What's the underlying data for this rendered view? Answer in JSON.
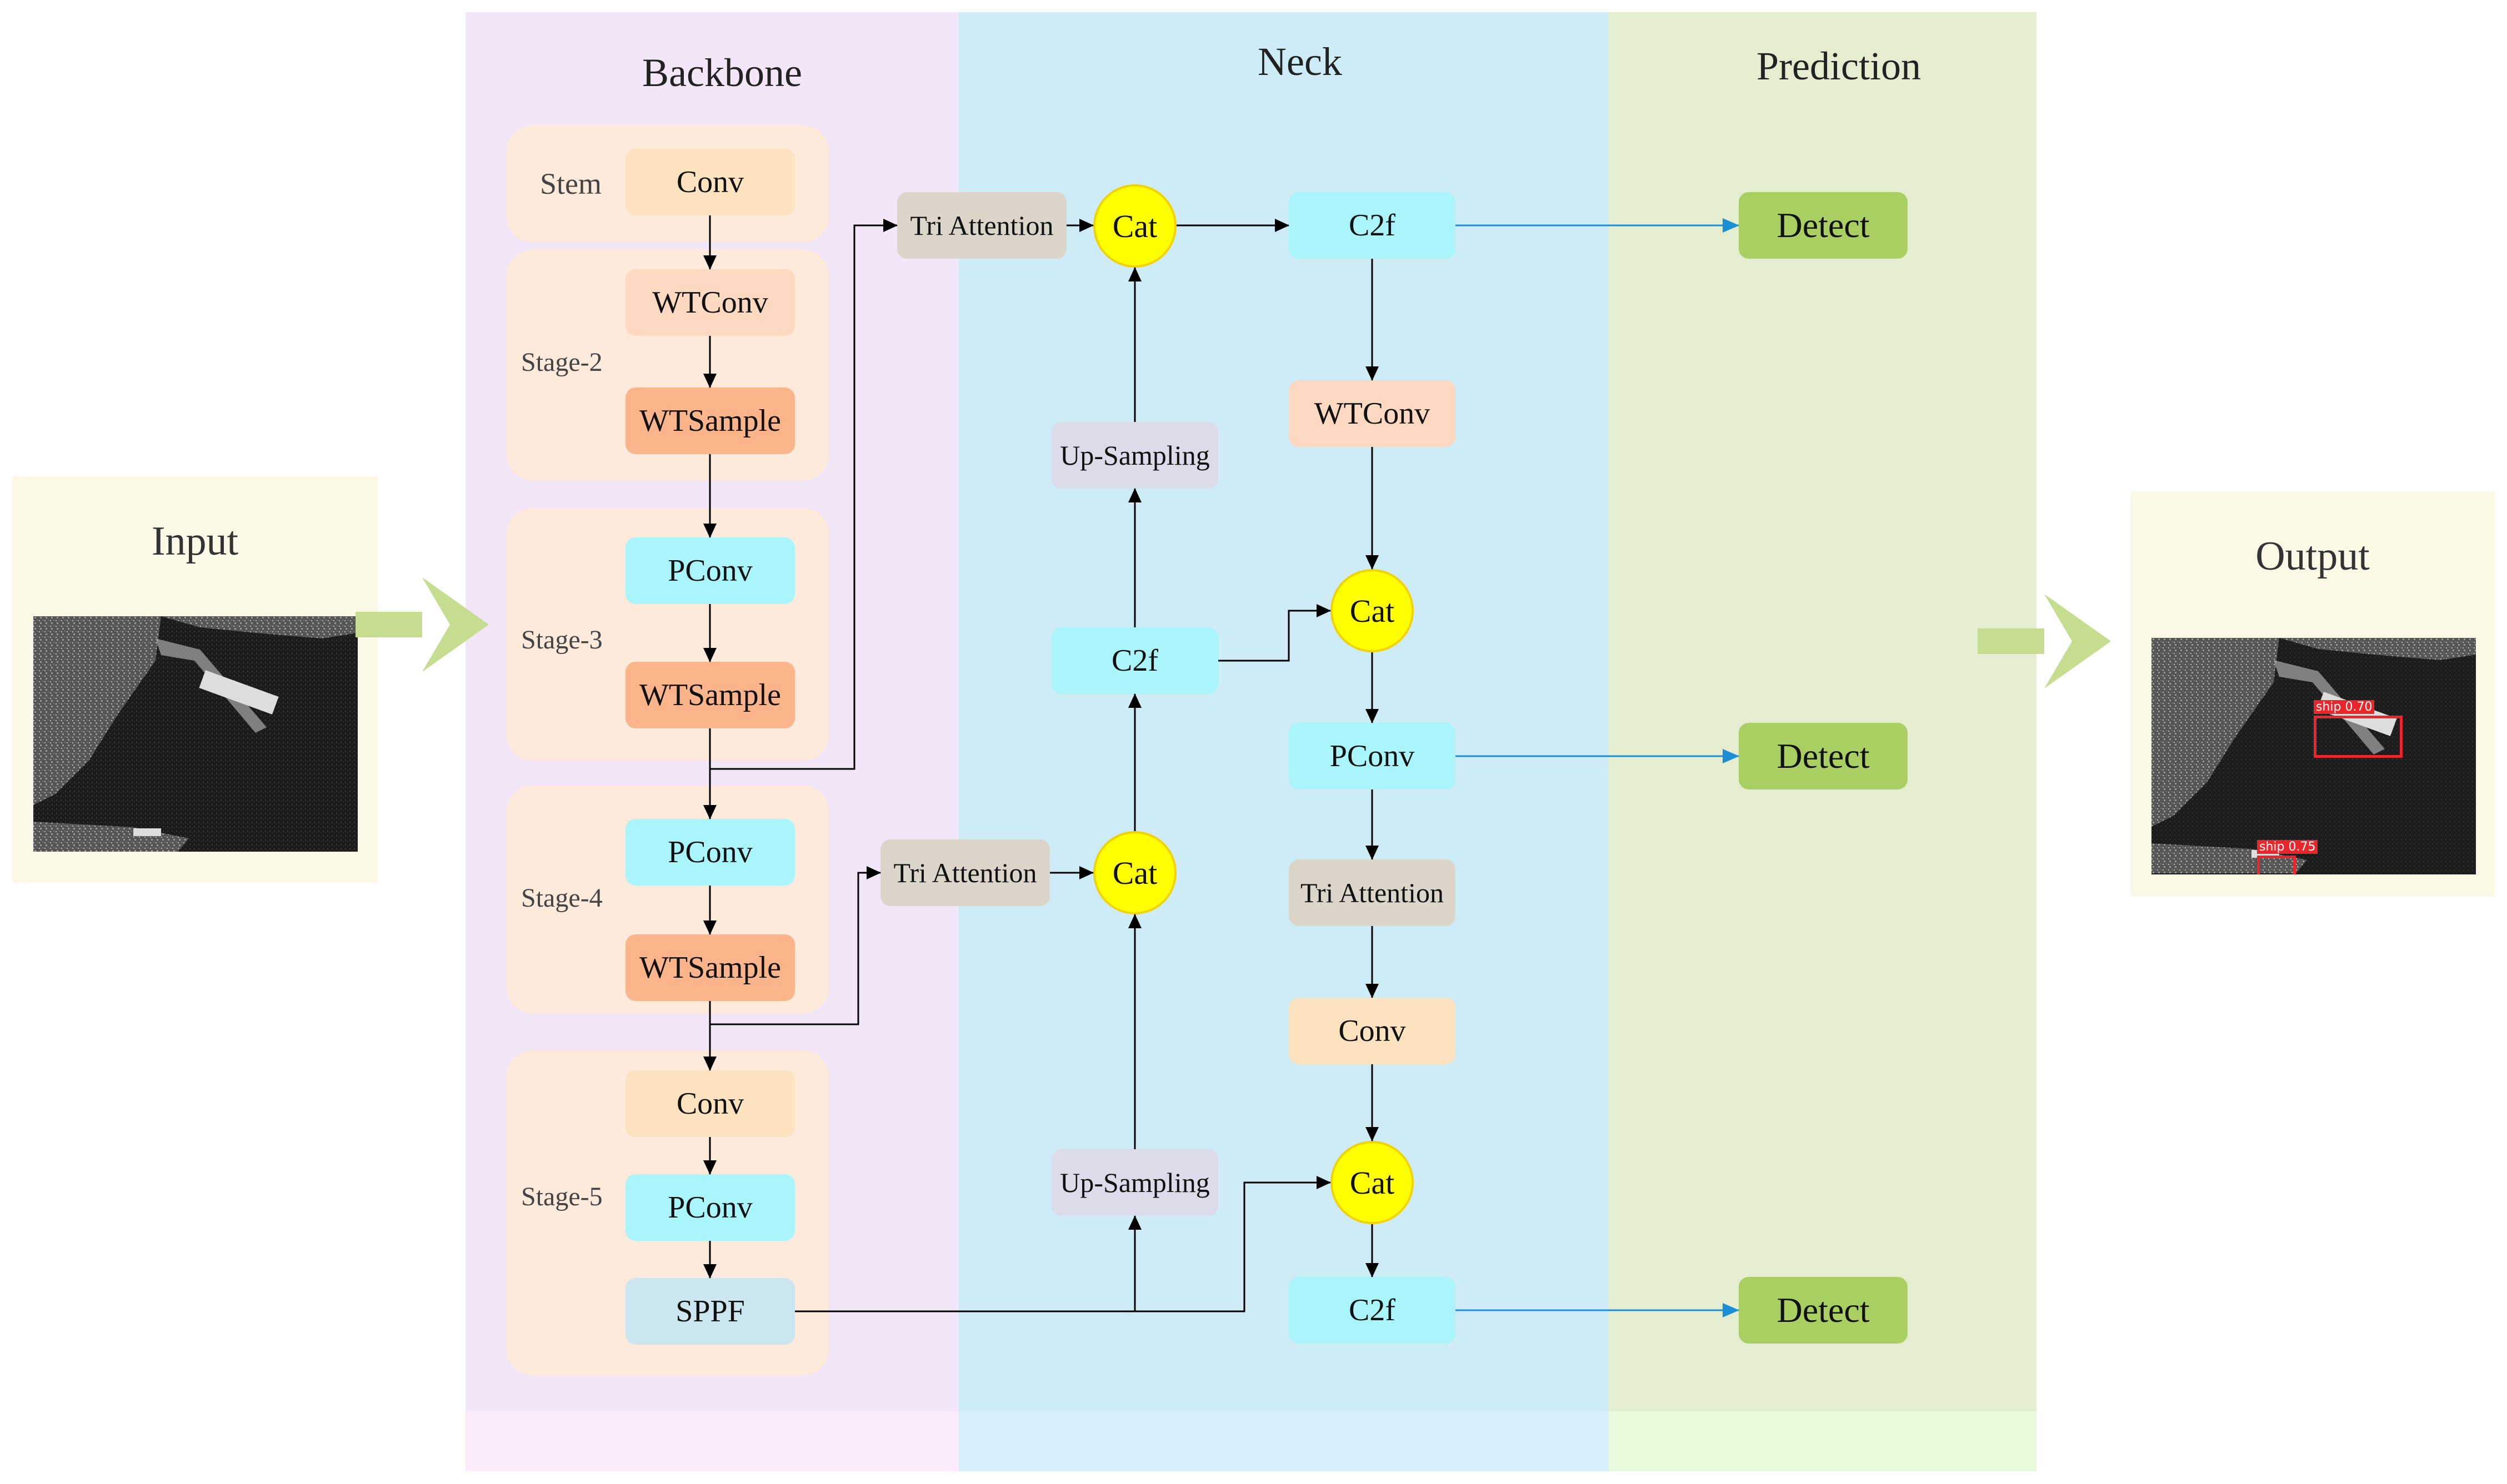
{
  "columns": {
    "backbone": "Backbone",
    "neck": "Neck",
    "prediction": "Prediction"
  },
  "io": {
    "input": "Input",
    "output": "Output"
  },
  "stages": {
    "stem": "Stem",
    "stage2": "Stage-2",
    "stage3": "Stage-3",
    "stage4": "Stage-4",
    "stage5": "Stage-5"
  },
  "backbone_blocks": {
    "stem_conv": "Conv",
    "s2_wtconv": "WTConv",
    "s2_wtsample": "WTSample",
    "s3_pconv": "PConv",
    "s3_wtsample": "WTSample",
    "s4_pconv": "PConv",
    "s4_wtsample": "WTSample",
    "s5_conv": "Conv",
    "s5_pconv": "PConv",
    "s5_sppf": "SPPF"
  },
  "neck_blocks": {
    "tri_attention_top": "Tri Attention",
    "tri_attention_mid": "Tri Attention",
    "cat_top": "Cat",
    "cat_mid": "Cat",
    "upsampling_top": "Up-Sampling",
    "upsampling_bottom": "Up-Sampling",
    "c2f_left": "C2f",
    "c2f_top": "C2f",
    "wtconv": "WTConv",
    "cat_right1": "Cat",
    "pconv": "PConv",
    "tri_attention_right": "Tri Attention",
    "conv": "Conv",
    "cat_right2": "Cat",
    "c2f_bottom": "C2f"
  },
  "prediction": {
    "detect_1": "Detect",
    "detect_2": "Detect",
    "detect_3": "Detect"
  },
  "detections": {
    "det1": "ship 0.70",
    "det2": "ship 0.75"
  },
  "colors": {
    "backbone_bg": "#f2e6f8",
    "neck_bg": "#cdecf5",
    "prediction_bg": "#e4edd0",
    "stage_bg": "#fdeadb",
    "conv": "#fde2c0",
    "wtconv": "#fdd9c2",
    "wtsample": "#fcb58a",
    "pconv": "#aaf5fb",
    "sppf": "#cce6f0",
    "tri_attention": "#dbd6c9",
    "upsampling": "#dcdbe9",
    "cat": "#ffff00",
    "detect": "#a9cf63",
    "arrow": "#c6dc8f",
    "wire": "#000000",
    "detect_wire": "#1a8fd6"
  }
}
